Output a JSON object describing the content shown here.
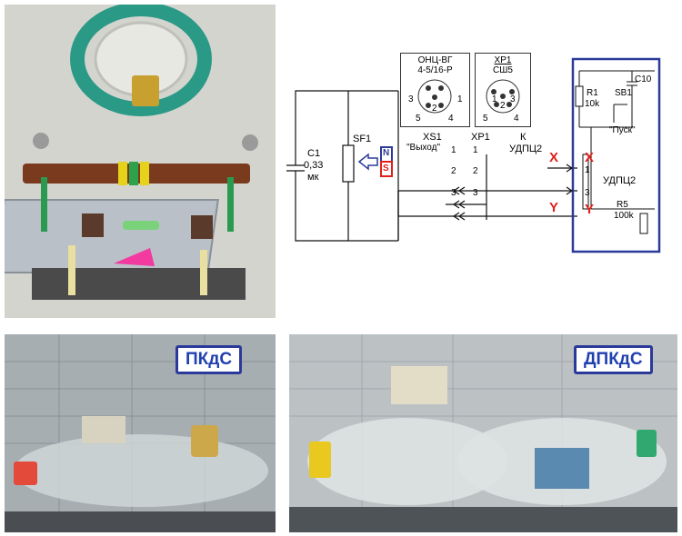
{
  "photos": {
    "device_label": "",
    "pkds_label": "ПКдС",
    "dpkds_label": "ДПКдС"
  },
  "connectors": {
    "onc": {
      "title": "ОНЦ-ВГ",
      "subtitle": "4-5/16-Р",
      "pins": [
        "1",
        "2",
        "3",
        "4",
        "5"
      ]
    },
    "xp1": {
      "title": "ХР1",
      "subtitle": "СШ5",
      "pins": [
        "1",
        "2",
        "3",
        "4",
        "5"
      ]
    }
  },
  "schematic": {
    "c1_label": "C1",
    "c1_value": "0,33",
    "c1_unit": "мк",
    "sf1_label": "SF1",
    "magnet_n": "N",
    "magnet_s": "S",
    "xs1_label": "XS1",
    "xs1_name": "\"Выход\"",
    "xp1_label": "XP1",
    "pin1": "1",
    "pin2": "2",
    "pin3": "3",
    "to_label": "К",
    "udpc_label": "УДПЦ2",
    "x_label": "X",
    "y_label": "Y",
    "r1_label": "R1",
    "r1_value": "10k",
    "sb1_label": "SB1",
    "c10_label": "C10",
    "pusk_label": "\"Пуск\"",
    "udpc_inner": "УДПЦ2",
    "r5_label": "R5",
    "r5_value": "100k",
    "colors": {
      "accent_red": "#e0201c",
      "box_blue": "#2b3a9a",
      "magnet_blue": "#2b3a9a"
    }
  }
}
